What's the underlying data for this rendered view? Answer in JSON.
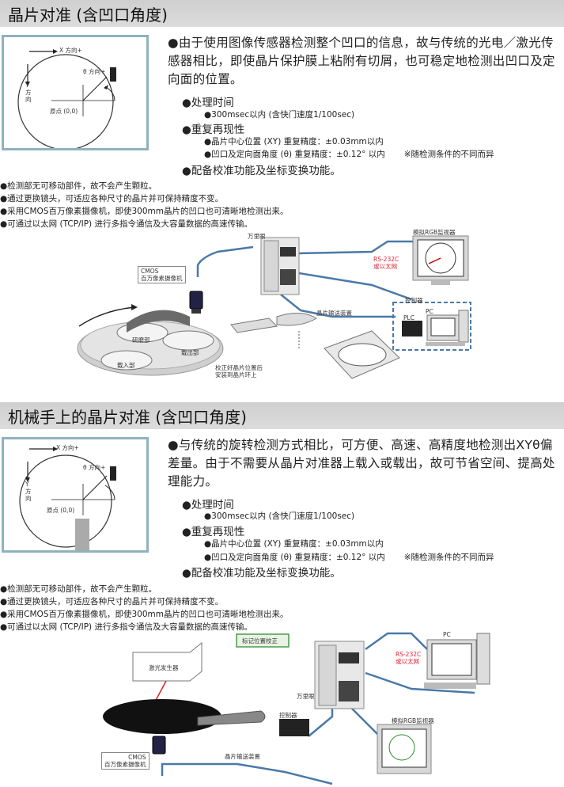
{
  "section1": {
    "title": "晶片对准 (含凹口角度)",
    "diagram": {
      "x_dir": "X 方向+",
      "theta_dir": "θ 方向+",
      "y_dir": "Y\n方\n向",
      "origin": "原点 (0,0)"
    },
    "lead": "●由于使用图像传感器检测整个凹口的信息，故与传统的光电／激光传感器相比，即使晶片保护膜上粘附有切屑，也可稳定地检测出凹口及定向面的位置。",
    "spec1_title": "●处理时间",
    "spec1_item": "●300msec以内 (含快门速度1/100sec)",
    "spec2_title": "●重复再现性",
    "spec2_item1": "●晶片中心位置 (XY) 重复精度：±0.03mm以内",
    "spec2_item2": "●凹口及定向面角度 (θ) 重复精度：±0.12° 以内",
    "spec2_note": "※随检测条件的不同而异",
    "spec3_title": "●配备校准功能及坐标变换功能。",
    "bullets": [
      "●检测部无可移动部件，故不会产生颗粒。",
      "●通过更换镜头，可适应各种尺寸的晶片并可保持精度不变。",
      "●采用CMOS百万像素摄像机，即使300mm晶片的凹口也可清晰地检测出来。",
      "●可通过以太网 (TCP/IP) 进行多指令通信及大容量数据的高速传输。"
    ],
    "illus": {
      "wanliyan": "万里眼",
      "monitor": "模拟RGB监视器",
      "rs232": "RS-232C\n或以太网",
      "cmos": "CMOS\n百万像素摄像机",
      "transport": "晶片输送装置",
      "controller": "控制器",
      "pc": "PC",
      "plc": "PLC",
      "grind": "研磨部",
      "unload": "载出部",
      "load": "载入部",
      "caption": "校正好晶片位置后\n安装到晶片环上"
    }
  },
  "section2": {
    "title": "机械手上的晶片对准 (含凹口角度)",
    "diagram": {
      "x_dir": "X 方向+",
      "theta_dir": "θ 方向+",
      "y_dir": "Y\n方\n向",
      "origin": "原点 (0,0)"
    },
    "lead": "●与传统的旋转检测方式相比，可方便、高速、高精度地检测出XYθ偏差量。由于不需要从晶片对准器上载入或载出，故可节省空间、提高处理能力。",
    "spec1_title": "●处理时间",
    "spec1_item": "●300msec以内 (含快门速度1/100sec)",
    "spec2_title": "●重复再现性",
    "spec2_item1": "●晶片中心位置 (XY) 重复精度：±0.03mm以内",
    "spec2_item2": "●凹口及定向面角度 (θ) 重复精度：±0.12° 以内",
    "spec2_note": "※随检测条件的不同而异",
    "spec3_title": "●配备校准功能及坐标变换功能。",
    "bullets": [
      "●检测部无可移动部件，故不会产生颗粒。",
      "●通过更换镜头，可适应各种尺寸的晶片并可保持精度不变。",
      "●采用CMOS百万像素摄像机，即使300mm晶片的凹口也可清晰地检测出来。",
      "●可通过以太网 (TCP/IP) 进行多指令通信及大容量数据的高速传输。"
    ],
    "illus": {
      "mark": "标记位置校正",
      "pc": "PC",
      "rs232": "RS-232C\n或以太网",
      "laser": "激光发生器",
      "wanliyan": "万里眼",
      "controller": "控制器",
      "monitor": "模拟RGB监视器",
      "cmos": "CMOS\n百万像素摄像机",
      "transport": "晶片输送装置"
    }
  }
}
